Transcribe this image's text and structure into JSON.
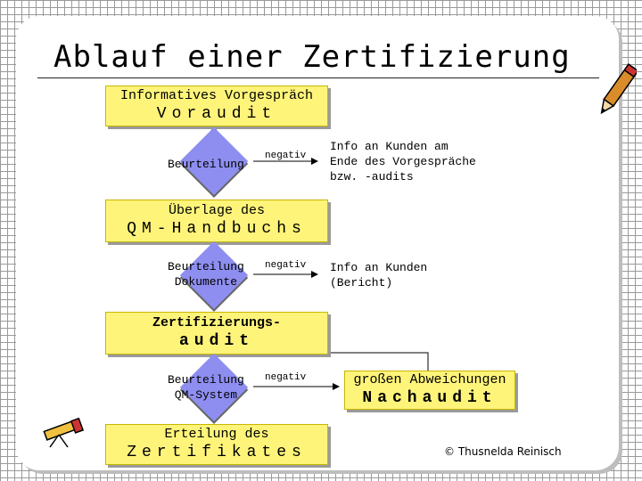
{
  "title": "Ablauf einer Zertifizierung",
  "step1": {
    "line1": "Informatives Vorgespräch",
    "line2": "Voraudit"
  },
  "decision1": {
    "label": "Beurteilung",
    "branch": "negativ"
  },
  "info1": {
    "lines": [
      "Info an Kunden am",
      "Ende des Vorgespräche",
      "bzw. -audits"
    ]
  },
  "step2": {
    "line1": "Überlage des",
    "line2": "QM-Handbuchs"
  },
  "decision2": {
    "label_line1": "Beurteilung",
    "label_line2": "Dokumente",
    "branch": "negativ"
  },
  "info2": {
    "lines": [
      "Info an Kunden",
      "(Bericht)"
    ]
  },
  "step3": {
    "line1": "Zertifizierungs-",
    "line2": "audit"
  },
  "decision3": {
    "label_line1": "Beurteilung",
    "label_line2": "QM-System",
    "branch": "negativ"
  },
  "step4": {
    "line1": "großen Abweichungen",
    "line2": "Nachaudit"
  },
  "step5": {
    "line1": "Erteilung des",
    "line2": "Zertifikates"
  },
  "copyright": "© Thusnelda Reinisch",
  "icons": [
    "pencil-icon",
    "telescope-icon"
  ],
  "colors": {
    "box_fill": "#fff47a",
    "diamond_fill": "#8e8ef0"
  }
}
